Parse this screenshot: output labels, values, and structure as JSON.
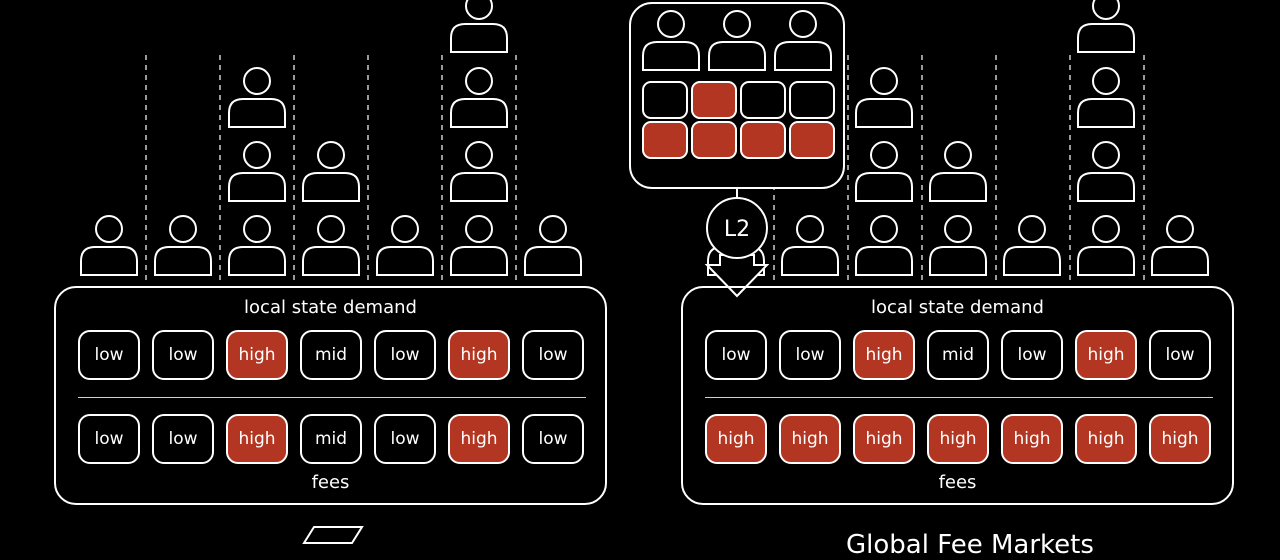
{
  "left_panel": {
    "title": "local state demand",
    "footer": "fees",
    "demand": [
      "low",
      "low",
      "high",
      "mid",
      "low",
      "high",
      "low"
    ],
    "fees": [
      "low",
      "low",
      "high",
      "mid",
      "low",
      "high",
      "low"
    ],
    "user_counts": [
      1,
      1,
      3,
      2,
      1,
      4,
      1
    ]
  },
  "right_panel": {
    "title": "local state demand",
    "footer": "fees",
    "demand": [
      "low",
      "low",
      "high",
      "mid",
      "low",
      "high",
      "low"
    ],
    "fees": [
      "high",
      "high",
      "high",
      "high",
      "high",
      "high",
      "high"
    ],
    "user_counts": [
      1,
      1,
      3,
      2,
      1,
      4,
      1
    ]
  },
  "l2": {
    "label": "L2",
    "user_count": 3,
    "row1_highlight": [
      false,
      true,
      false,
      false
    ],
    "row2_highlight": [
      true,
      true,
      true,
      true
    ]
  },
  "bottom_title_right": "Global Fee Markets",
  "colors": {
    "background": "#000000",
    "high": "#b23621",
    "stroke": "#ffffff"
  }
}
